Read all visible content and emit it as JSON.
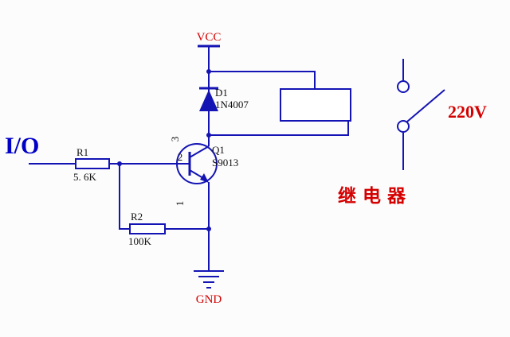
{
  "title": "Relay driver schematic",
  "colors": {
    "wire": "#1414b4",
    "red": "#d40000",
    "io": "#0000c8",
    "ink": "#111111",
    "bg": "#fcfcfc"
  },
  "power": {
    "vcc_label": "VCC",
    "gnd_label": "GND"
  },
  "input": {
    "io_label": "I/O"
  },
  "components": {
    "d1": {
      "ref": "D1",
      "value": "1N4007"
    },
    "q1": {
      "ref": "Q1",
      "value": "S9013",
      "pin_collector": "3",
      "pin_base": "2",
      "pin_emitter": "1"
    },
    "r1": {
      "ref": "R1",
      "value": "5. 6K"
    },
    "r2": {
      "ref": "R2",
      "value": "100K"
    }
  },
  "annotations": {
    "relay_label": "继电器",
    "voltage_label": "220V"
  }
}
